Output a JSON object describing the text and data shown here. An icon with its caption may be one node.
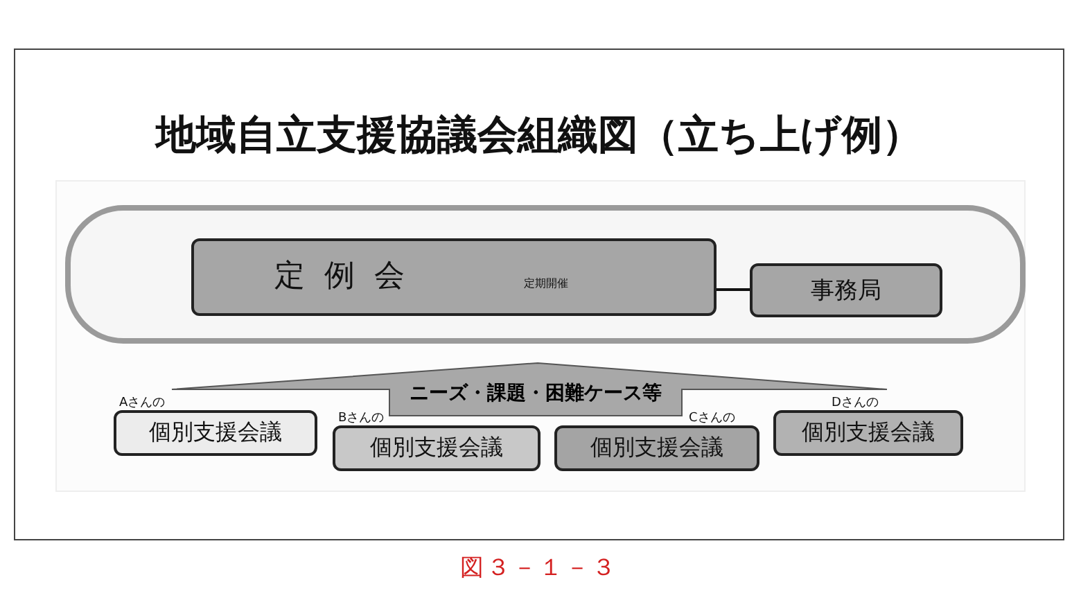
{
  "diagram": {
    "title": "地域自立支援協議会組織図（立ち上げ例）",
    "caption": "図３－１－３",
    "nodes": [
      {
        "text": [],
        "shape": "box"
      },
      {
        "text": [
          "定例会",
          "定期開催"
        ],
        "in": 0
      },
      {
        "text": [
          "事務局"
        ],
        "in": 0
      },
      {
        "text": [
          "ニーズ・課題・困難ケース等"
        ]
      },
      {
        "text": [
          "個別支援会議"
        ],
        "beside": [
          "Aさんの"
        ]
      },
      {
        "text": [
          "個別支援会議"
        ],
        "beside": [
          "Bさんの"
        ]
      },
      {
        "text": [
          "個別支援会議"
        ],
        "beside": [
          "Cさんの"
        ]
      },
      {
        "text": [
          "個別支援会議"
        ],
        "beside": [
          "Dさんの"
        ]
      }
    ],
    "edges": [
      {
        "from": 1,
        "to": 2,
        "arrow": "none"
      }
    ]
  }
}
